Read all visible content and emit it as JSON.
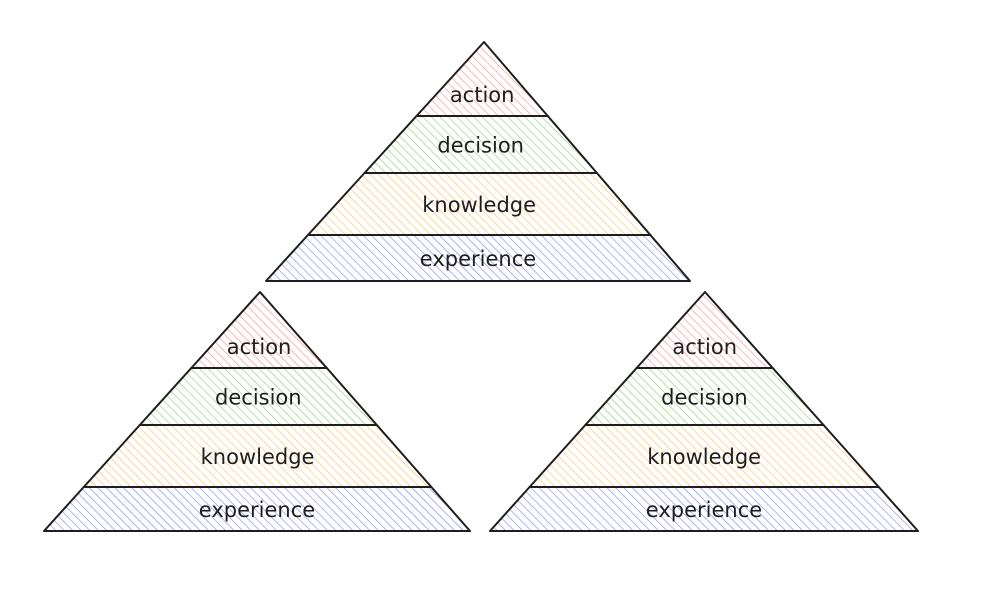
{
  "pyramids": [
    {
      "name": "top",
      "levels": [
        "action",
        "decision",
        "knowledge",
        "experience"
      ]
    },
    {
      "name": "bottom-left",
      "levels": [
        "action",
        "decision",
        "knowledge",
        "experience"
      ]
    },
    {
      "name": "bottom-right",
      "levels": [
        "action",
        "decision",
        "knowledge",
        "experience"
      ]
    }
  ],
  "colors": {
    "action": "#ff8f8f",
    "decision": "#8fd46f",
    "knowledge": "#ffc266",
    "experience": "#7f8ff0",
    "stroke": "#1e1e1e"
  }
}
